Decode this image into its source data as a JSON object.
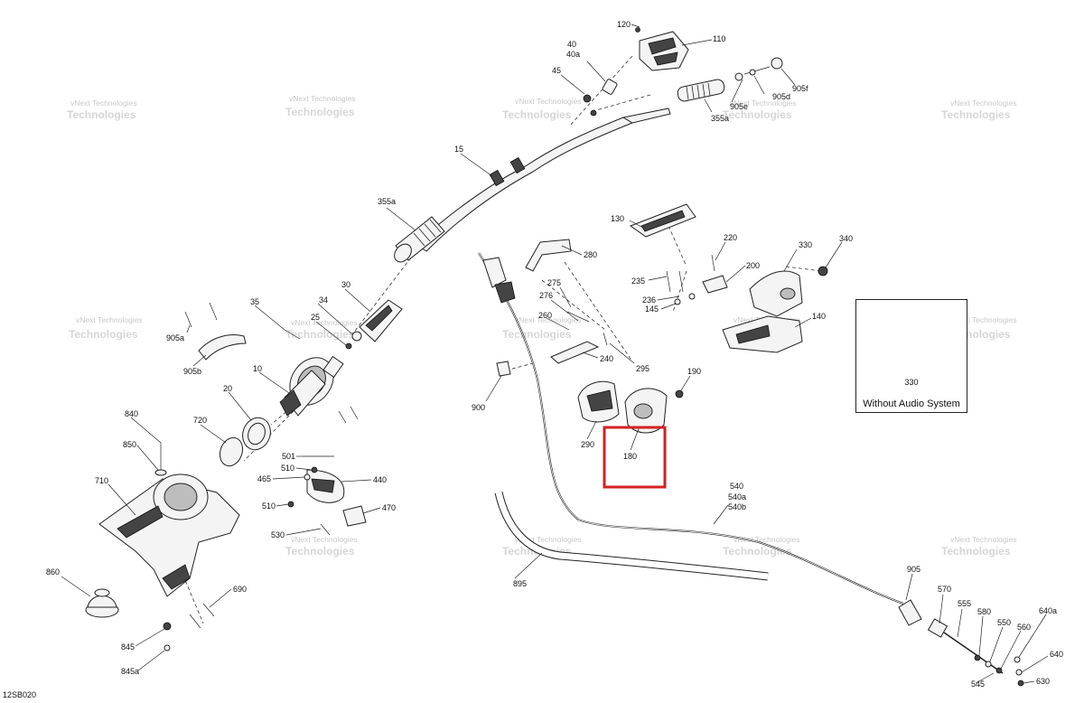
{
  "reference_code": "12SB020",
  "inset": {
    "caption": "Without Audio System",
    "part_number": "330"
  },
  "highlight_color": "#d42020",
  "watermark": {
    "line1": "vNext Technologies",
    "line2": "Technologies"
  },
  "labels": {
    "l120": "120",
    "l110": "110",
    "l40": "40",
    "l40a": "40a",
    "l45": "45",
    "l905e": "905e",
    "l905d": "905d",
    "l905f": "905f",
    "l355a_top": "355a",
    "l15": "15",
    "l355a_mid": "355a",
    "l130": "130",
    "l220": "220",
    "l330": "330",
    "l340": "340",
    "l280": "280",
    "l275": "275",
    "l276": "276",
    "l235": "235",
    "l200": "200",
    "l236": "236",
    "l145": "145",
    "l140": "140",
    "l260": "260",
    "l295": "295",
    "l240": "240",
    "l190": "190",
    "l900": "900",
    "l290": "290",
    "l180": "180",
    "l905a": "905a",
    "l905b": "905b",
    "l35": "35",
    "l34": "34",
    "l30": "30",
    "l25": "25",
    "l10": "10",
    "l20": "20",
    "l840": "840",
    "l850": "850",
    "l720": "720",
    "l710": "710",
    "l501": "501",
    "l510a": "510",
    "l465": "465",
    "l440": "440",
    "l510b": "510",
    "l470": "470",
    "l530": "530",
    "l860": "860",
    "l690": "690",
    "l845": "845",
    "l845a": "845a",
    "l540": "540",
    "l540a": "540a",
    "l540b": "540b",
    "l895": "895",
    "l905": "905",
    "l570": "570",
    "l555": "555",
    "l580": "580",
    "l550": "550",
    "l560": "560",
    "l640a": "640a",
    "l640": "640",
    "l545": "545",
    "l630": "630"
  }
}
